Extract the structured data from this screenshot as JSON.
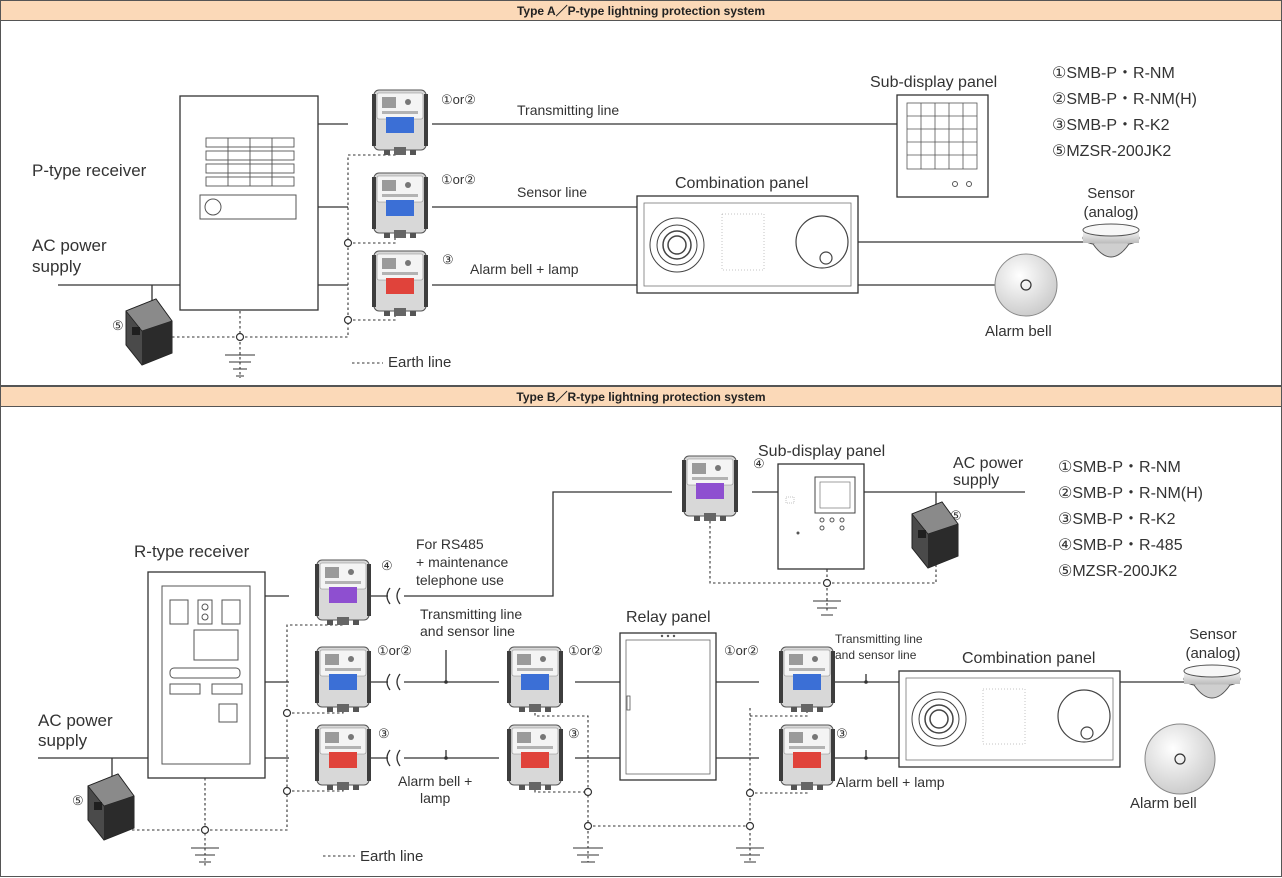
{
  "sectionA": {
    "title": "Type A／P-type lightning protection system",
    "receiver": "P-type receiver",
    "ac1": "AC power",
    "ac2": "supply",
    "transmitting": "Transmitting line",
    "sensorLine": "Sensor line",
    "alarmBellLamp": "Alarm bell + lamp",
    "combination": "Combination panel",
    "subDisplay": "Sub-display panel",
    "sensor1": "Sensor",
    "sensor2": "(analog)",
    "alarmBell": "Alarm bell",
    "earthLine": "Earth line",
    "tag1": "①or②",
    "tag2": "①or②",
    "tag3": "③",
    "tag5": "⑤",
    "legend": [
      "①SMB-P・R-NM",
      "②SMB-P・R-NM(H)",
      "③SMB-P・R-K2",
      "⑤MZSR-200JK2"
    ]
  },
  "sectionB": {
    "title": "Type B／R-type lightning protection system",
    "receiver": "R-type receiver",
    "ac1": "AC power",
    "ac2": "supply",
    "acTop1": "AC power",
    "acTop2": "supply",
    "subDisplay": "Sub-display panel",
    "rs1": "For RS485",
    "rs2": "+ maintenance",
    "rs3": "telephone use",
    "trans1": "Transmitting line",
    "trans2": "and sensor line",
    "relay": "Relay panel",
    "transR1": "Transmitting line",
    "transR2": "and sensor line",
    "combination": "Combination panel",
    "sensor1": "Sensor",
    "sensor2": "(analog)",
    "alarmL1": "Alarm bell +",
    "alarmL2": "lamp",
    "alarmR": "Alarm bell + lamp",
    "alarmBell": "Alarm bell",
    "earthLine": "Earth line",
    "tag4a": "④",
    "tag4b": "④",
    "tag12a": "①or②",
    "tag12b": "①or②",
    "tag12c": "①or②",
    "tag3a": "③",
    "tag3b": "③",
    "tag3c": "③",
    "tag5a": "⑤",
    "tag5b": "⑤",
    "legend": [
      "①SMB-P・R-NM",
      "②SMB-P・R-NM(H)",
      "③SMB-P・R-K2",
      "④SMB-P・R-485",
      "⑤MZSR-200JK2"
    ]
  },
  "colors": {
    "header": "#fbd9b8",
    "border": "#555555",
    "spdBlue": "#3b6fd6",
    "spdRed": "#e0433b",
    "spdPurple": "#8e4fd0"
  }
}
